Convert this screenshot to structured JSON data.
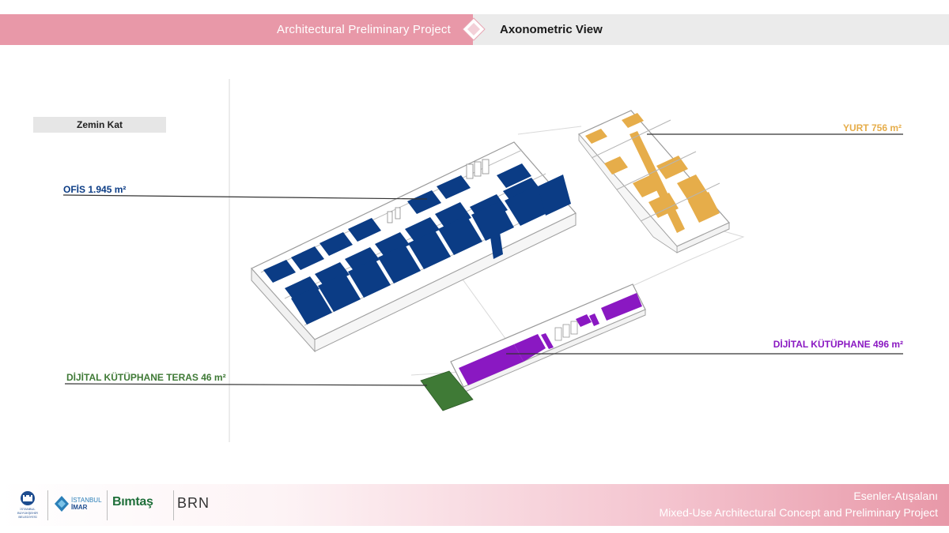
{
  "header": {
    "left_title": "Architectural Preliminary Project",
    "right_title": "Axonometric View"
  },
  "floor_label": "Zemin Kat",
  "callouts": {
    "ofis": "OFİS 1.945 m²",
    "yurt": "YURT 756 m²",
    "dijital": "DİJİTAL KÜTÜPHANE 496 m²",
    "teras": "DİJİTAL KÜTÜPHANE TERAS 46 m²"
  },
  "colors": {
    "ofis": "#0b3c85",
    "yurt": "#e6ad4a",
    "dijital": "#8a18c2",
    "teras": "#3f7a36",
    "header_pink": "#e898a8"
  },
  "footer": {
    "line1": "Esenler-Atışalanı",
    "line2": "Mixed-Use Architectural Concept and Preliminary Project"
  },
  "logos": {
    "ibb_line1": "İSTANBUL",
    "ibb_line2": "BÜYÜKŞEHİR",
    "ibb_line3": "BELEDİYESİ",
    "imar_line1": "İSTANBUL",
    "imar_line2": "İMAR",
    "bimtas": "Bımtaş",
    "brn": "BRN"
  }
}
